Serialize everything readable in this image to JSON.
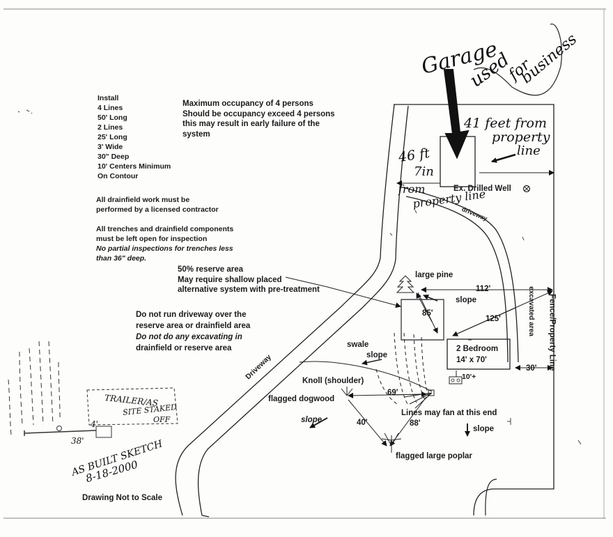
{
  "install_notes": {
    "lines": [
      "Install",
      "4 Lines",
      "50' Long",
      "2 Lines",
      "25' Long",
      "3' Wide",
      "30\" Deep",
      "10' Centers Minimum",
      "On Contour"
    ],
    "licensed_note": [
      "All drainfield work must be",
      "performed by a licensed contractor"
    ],
    "inspection_note": [
      "All trenches and drainfield components",
      "must be left open for inspection"
    ],
    "partial_note": [
      "No partial inspections for trenches less",
      "than 36\" deep."
    ]
  },
  "occupancy_note": [
    "Maximum occupancy of 4 persons",
    "Should be occupancy exceed 4 persons",
    "this may result in early failure of the",
    "system"
  ],
  "reserve_note": [
    "50% reserve area",
    "May require shallow placed",
    "alternative system with pre-treatment"
  ],
  "driveway_note": [
    "Do not run driveway over the",
    "reserve area or drainfield area",
    "Do not do any excavating in",
    "drainfield or reserve area"
  ],
  "labels": {
    "well": "Ex. Drilled Well",
    "driveway_upper": "driveway",
    "driveway_lower": "Driveway",
    "excavated": "excavated area",
    "fence": "Fence/Property Line",
    "large_pine": "large pine",
    "slope_reserve": "slope",
    "dim_112": "112'",
    "dim_125": "125'",
    "dim_85": "85'",
    "house_title": "2 Bedroom",
    "house_size": "14' x 70'",
    "dim_30": "30'",
    "dim_10": "10'+",
    "swale": "swale",
    "slope_swale": "slope",
    "knoll": "Knoll (shoulder)",
    "dim_69": "69'",
    "dogwood": "flagged dogwood",
    "fan": "Lines may fan at this end",
    "slope_left": "slope",
    "dim_40": "40'",
    "dim_88": "88'",
    "slope_right": "slope",
    "poplar": "flagged large poplar",
    "not_to_scale": "Drawing Not to Scale"
  },
  "handwriting": {
    "garage_1": "Garage",
    "garage_2": "used",
    "garage_3": "for",
    "garage_4": "business",
    "distance_41_1": "41 feet from",
    "distance_41_2": "property",
    "distance_41_3": "line",
    "distance_46_1": "46 ft",
    "distance_46_2": "7in",
    "from_line_1": "from",
    "from_line_2": "property line",
    "trailer_1": "TRAILER/AS",
    "trailer_2": "SITE STAKED",
    "trailer_3": "OFF",
    "dim_4": "4'",
    "dim_38": "38'",
    "as_built": "AS BUILT SKETCH",
    "date": "8-18-2000"
  }
}
